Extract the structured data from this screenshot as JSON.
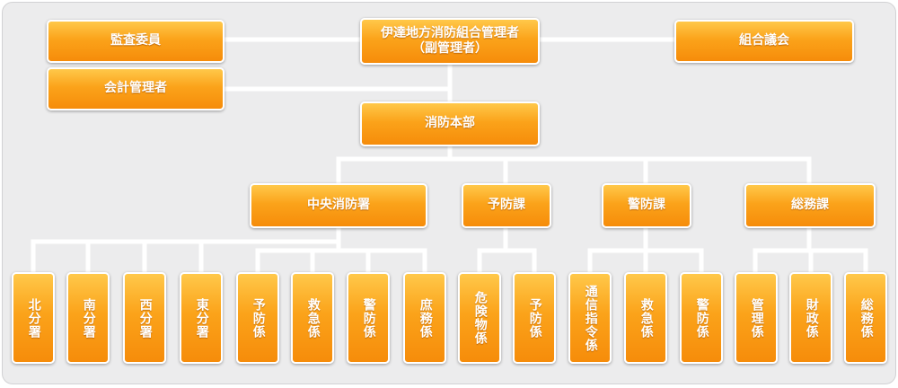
{
  "top": {
    "auditor": "監査委員",
    "manager": "伊達地方消防組合管理者\n（副管理者）",
    "assembly": "組合議会",
    "accountant": "会計管理者"
  },
  "hq": "消防本部",
  "divisions": {
    "chuo": "中央消防署",
    "yobo": "予防課",
    "keibo": "警防課",
    "somu": "総務課"
  },
  "units": {
    "u1": "北分署",
    "u2": "南分署",
    "u3": "西分署",
    "u4": "東分署",
    "u5": "予防係",
    "u6": "救急係",
    "u7": "警防係",
    "u8": "庶務係",
    "u9": "危険物係",
    "u10": "予防係",
    "u11": "通信指令係",
    "u12": "救急係",
    "u13": "警防係",
    "u14": "管理係",
    "u15": "財政係",
    "u16": "総務係"
  }
}
